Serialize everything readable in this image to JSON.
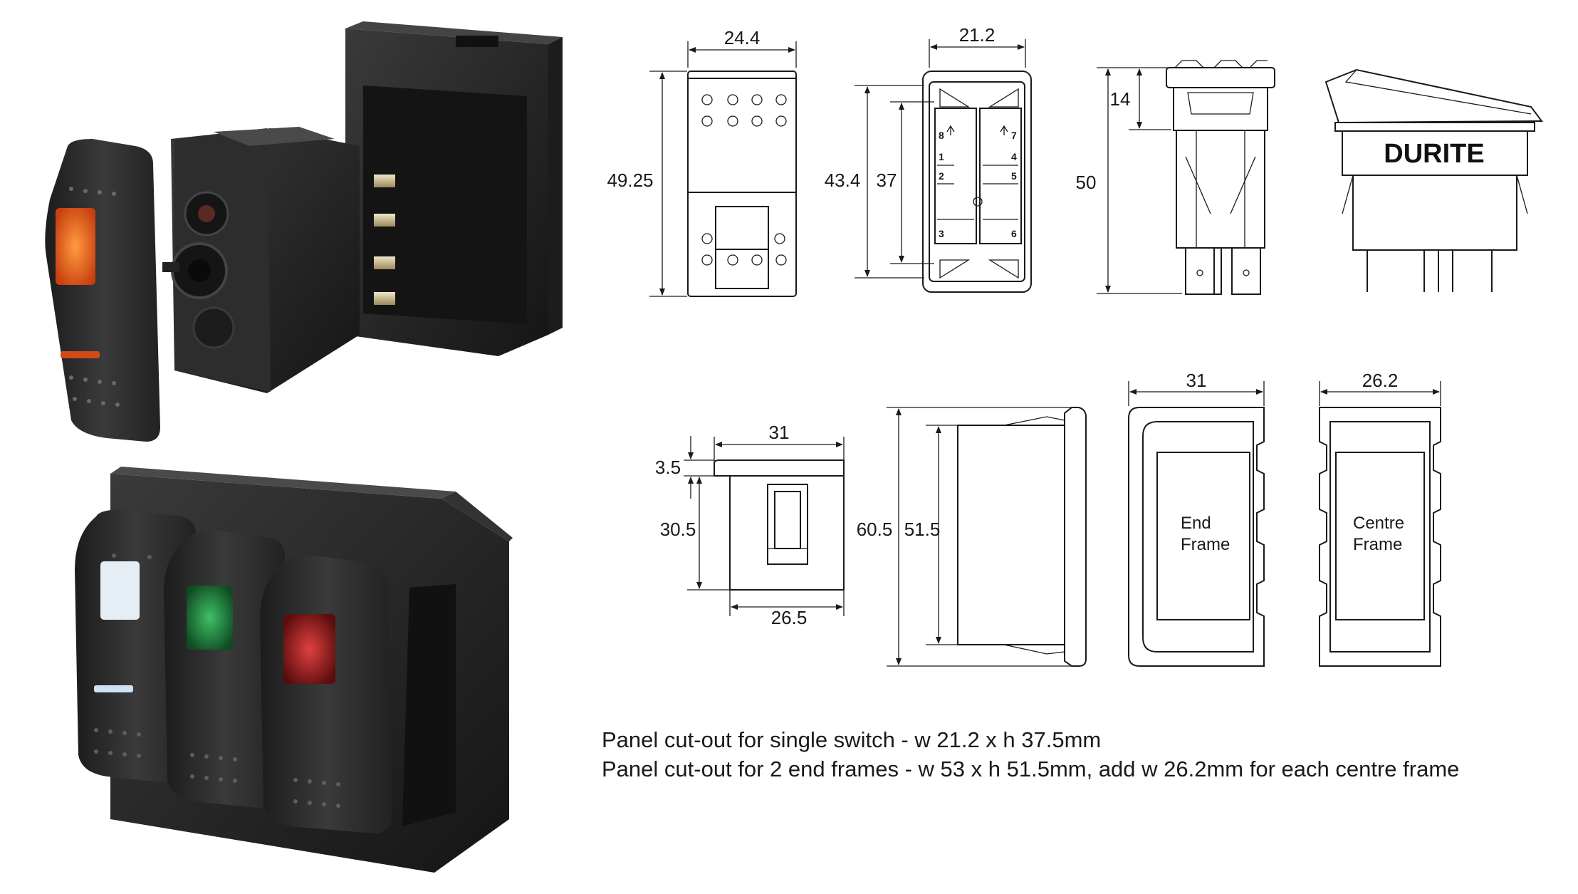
{
  "brand": {
    "logo_text": "DURITE"
  },
  "dimensions": {
    "front_width": "24.4",
    "front_height": "49.25",
    "rear_width": "21.2",
    "rear_outer_height": "43.4",
    "rear_inner_height": "37",
    "side_top": "14",
    "side_height": "50",
    "frame_top_width": "31",
    "frame_top_lip": "3.5",
    "frame_body_height": "30.5",
    "frame_bottom_width": "26.5",
    "frame_outer_height": "60.5",
    "frame_inner_height": "51.5",
    "end_frame_width": "31",
    "centre_frame_width": "26.2"
  },
  "terminals": [
    "8",
    "7",
    "1",
    "4",
    "2",
    "5",
    "3",
    "6"
  ],
  "frames": {
    "end_frame_line1": "End",
    "end_frame_line2": "Frame",
    "centre_frame_line1": "Centre",
    "centre_frame_line2": "Frame"
  },
  "notes": {
    "line1": "Panel cut-out for single switch - w 21.2 x h 37.5mm",
    "line2": "Panel cut-out for 2 end frames - w 53 x h 51.5mm, add w 26.2mm for each centre frame"
  },
  "colors": {
    "amber_lamp": "#e8581a",
    "white_lamp": "#e6eef5",
    "green_lamp": "#1f7a3a",
    "red_lamp": "#b01e1e",
    "switch_body": "#2b2b2b"
  }
}
